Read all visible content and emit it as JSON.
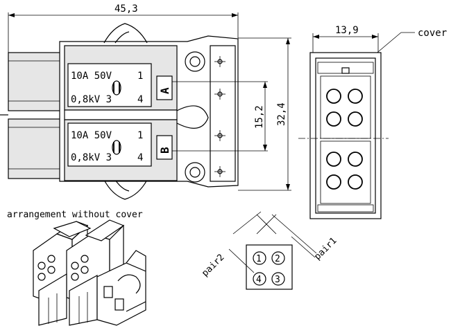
{
  "dimensions": {
    "width": "45,3",
    "height": "32,4",
    "pitch": "15,2",
    "side_width": "13,9"
  },
  "labels": {
    "cover": "cover",
    "arrangement": "arrangement without cover",
    "pair1": "pair1",
    "pair2": "pair2"
  },
  "module_a": {
    "rating_current": "10A 50V",
    "rating_voltage": "0,8kV 3",
    "pin_top": "1",
    "pin_bottom": "4",
    "letter": "A"
  },
  "module_b": {
    "rating_current": "10A 50V",
    "rating_voltage": "0,8kV 3",
    "pin_top": "1",
    "pin_bottom": "4",
    "letter": "B"
  },
  "pin_numbers": [
    "1",
    "2",
    "4",
    "3"
  ]
}
